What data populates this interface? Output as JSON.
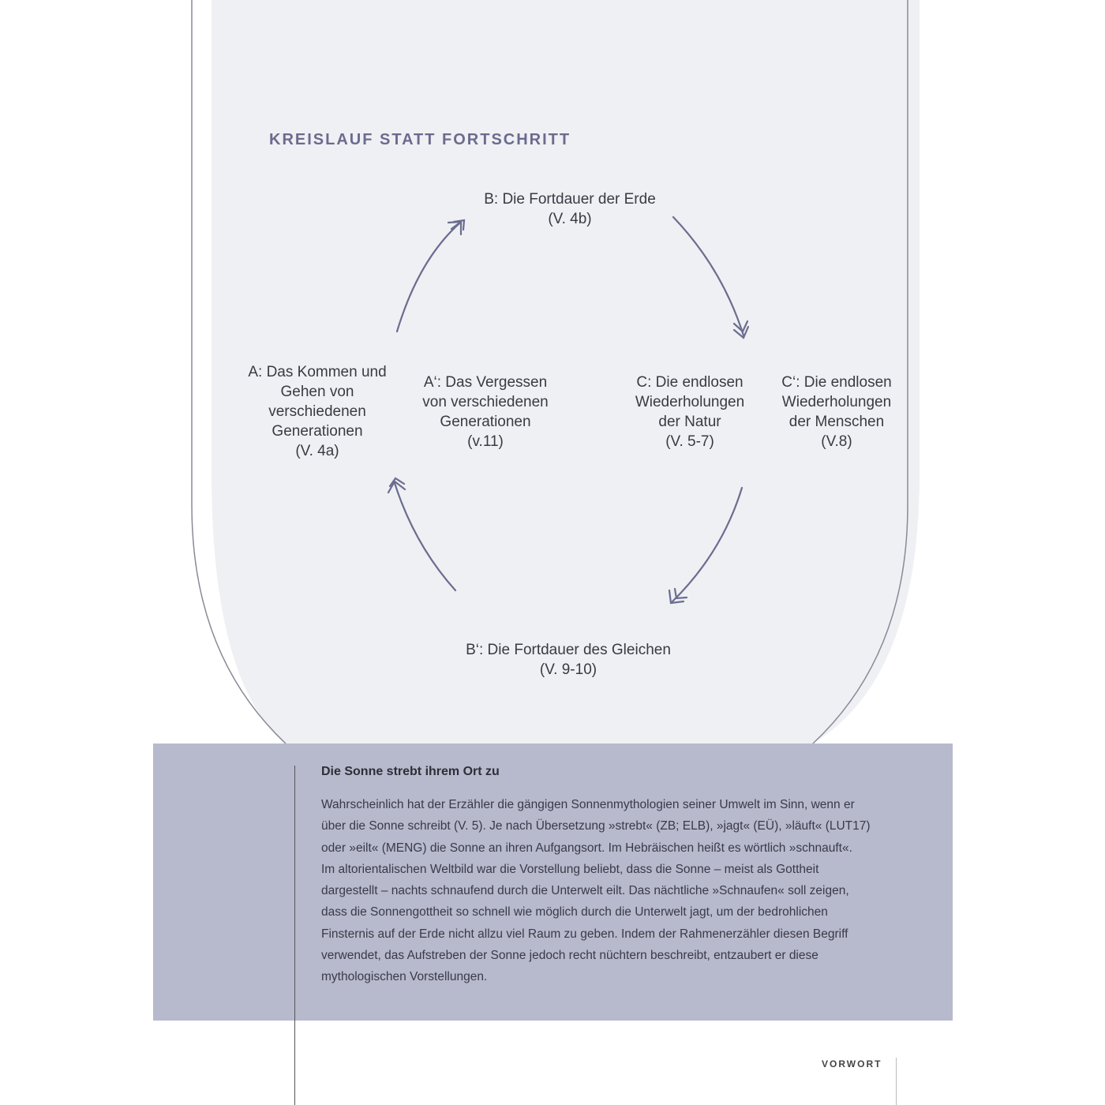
{
  "diagram": {
    "title": "KREISLAUF STATT FORTSCHRITT",
    "nodes": [
      {
        "id": "B",
        "lines": [
          "B: Die Fortdauer der Erde",
          "(V. 4b)"
        ]
      },
      {
        "id": "A",
        "lines": [
          "A: Das Kommen und",
          "Gehen von",
          "verschiedenen",
          "Generationen",
          "(V. 4a)"
        ]
      },
      {
        "id": "A2",
        "lines": [
          "A‘: Das Vergessen",
          "von verschiedenen",
          "Generationen",
          "(v.11)"
        ]
      },
      {
        "id": "C",
        "lines": [
          "C: Die endlosen",
          "Wiederholungen",
          "der Natur",
          "(V. 5-7)"
        ]
      },
      {
        "id": "C2",
        "lines": [
          "C‘: Die endlosen",
          "Wiederholungen",
          "der Menschen",
          "(V.8)"
        ]
      },
      {
        "id": "B2",
        "lines": [
          "B‘: Die Fortdauer des Gleichen",
          "(V. 9-10)"
        ]
      }
    ]
  },
  "sidebar_box": {
    "title": "Die Sonne strebt ihrem Ort zu",
    "lines": [
      "Wahrscheinlich hat der Erzähler die gängigen Sonnenmythologien seiner Umwelt im Sinn, wenn er",
      "über die Sonne schreibt (V. 5). Je nach Übersetzung »strebt« (ZB; ELB), »jagt« (EÜ), »läuft« (LUT17)",
      "oder »eilt« (MENG) die Sonne an ihren Aufgangsort. Im Hebräischen heißt es wörtlich »schnauft«.",
      "Im altorientalischen Weltbild war die Vorstellung beliebt, dass die Sonne – meist als Gottheit",
      "dargestellt – nachts schnaufend durch die Unterwelt eilt. Das nächtliche »Schnaufen« soll zeigen,",
      "dass die Sonnengottheit so schnell wie möglich durch die Unterwelt jagt, um der bedrohlichen",
      "Finsternis auf der Erde nicht allzu viel Raum zu geben. Indem der Rahmenerzähler diesen Begriff",
      "verwendet, das Aufstreben der Sonne jedoch recht nüchtern beschreibt, entzaubert er diese",
      "mythologischen Vorstellungen."
    ]
  },
  "footer": {
    "section": "VORWORT"
  },
  "colors": {
    "accent": "#6b6b8f",
    "box": "#b7b9cc",
    "panel": "#eff0f3"
  }
}
